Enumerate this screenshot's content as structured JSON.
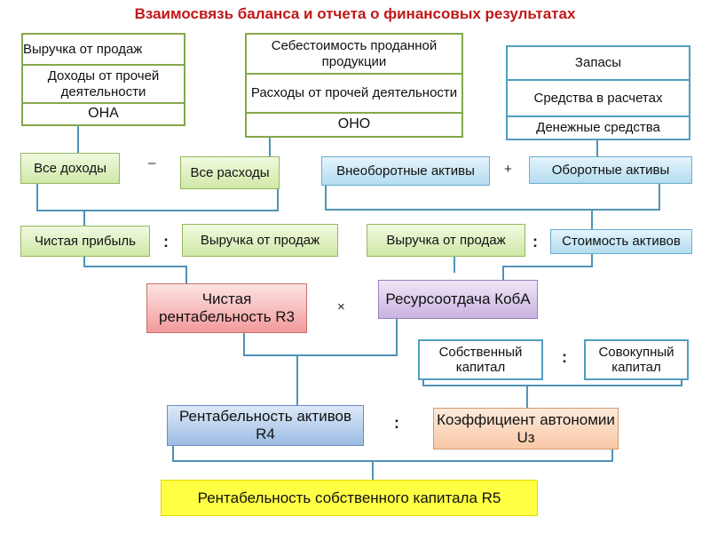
{
  "title": "Взаимосвязь баланса и отчета о финансовых результатах",
  "income_items": [
    "Выручка от продаж",
    "Доходы от прочей деятельности",
    "ОНА"
  ],
  "expense_items": [
    "Себестоимость проданной продукции",
    "Расходы от прочей деятельности",
    "ОНО"
  ],
  "asset_items": [
    "Запасы",
    "Средства в расчетах",
    "Денежные средства"
  ],
  "row2": {
    "all_income": "Все доходы",
    "minus": "–",
    "all_expenses": "Все расходы",
    "noncurrent_assets": "Внеоборотные активы",
    "plus": "+",
    "current_assets": "Оборотные активы"
  },
  "row3": {
    "net_profit": "Чистая прибыль",
    "divide_left": ":",
    "revenue_left": "Выручка от продаж",
    "revenue_right": "Выручка от продаж",
    "divide_right": ":",
    "total_assets_value": "Стоимость активов"
  },
  "row4": {
    "net_profitability": "Чистая рентабельность R3",
    "multiply": "×",
    "resource_return": "Ресурсоотдача КобА"
  },
  "row5": {
    "equity": "Собственный капитал",
    "divide": ":",
    "total_capital": "Совокупный капитал"
  },
  "row6": {
    "return_on_assets": "Рентабельность активов R4",
    "divide": ":",
    "autonomy_ratio": "Коэффициент автономии Uз"
  },
  "result": "Рентабельность собственного капитала R5",
  "colors": {
    "title": "#c01818",
    "connector": "#4f93b8",
    "green_border": "#84a84c",
    "blue_border": "#4f9fbf"
  }
}
